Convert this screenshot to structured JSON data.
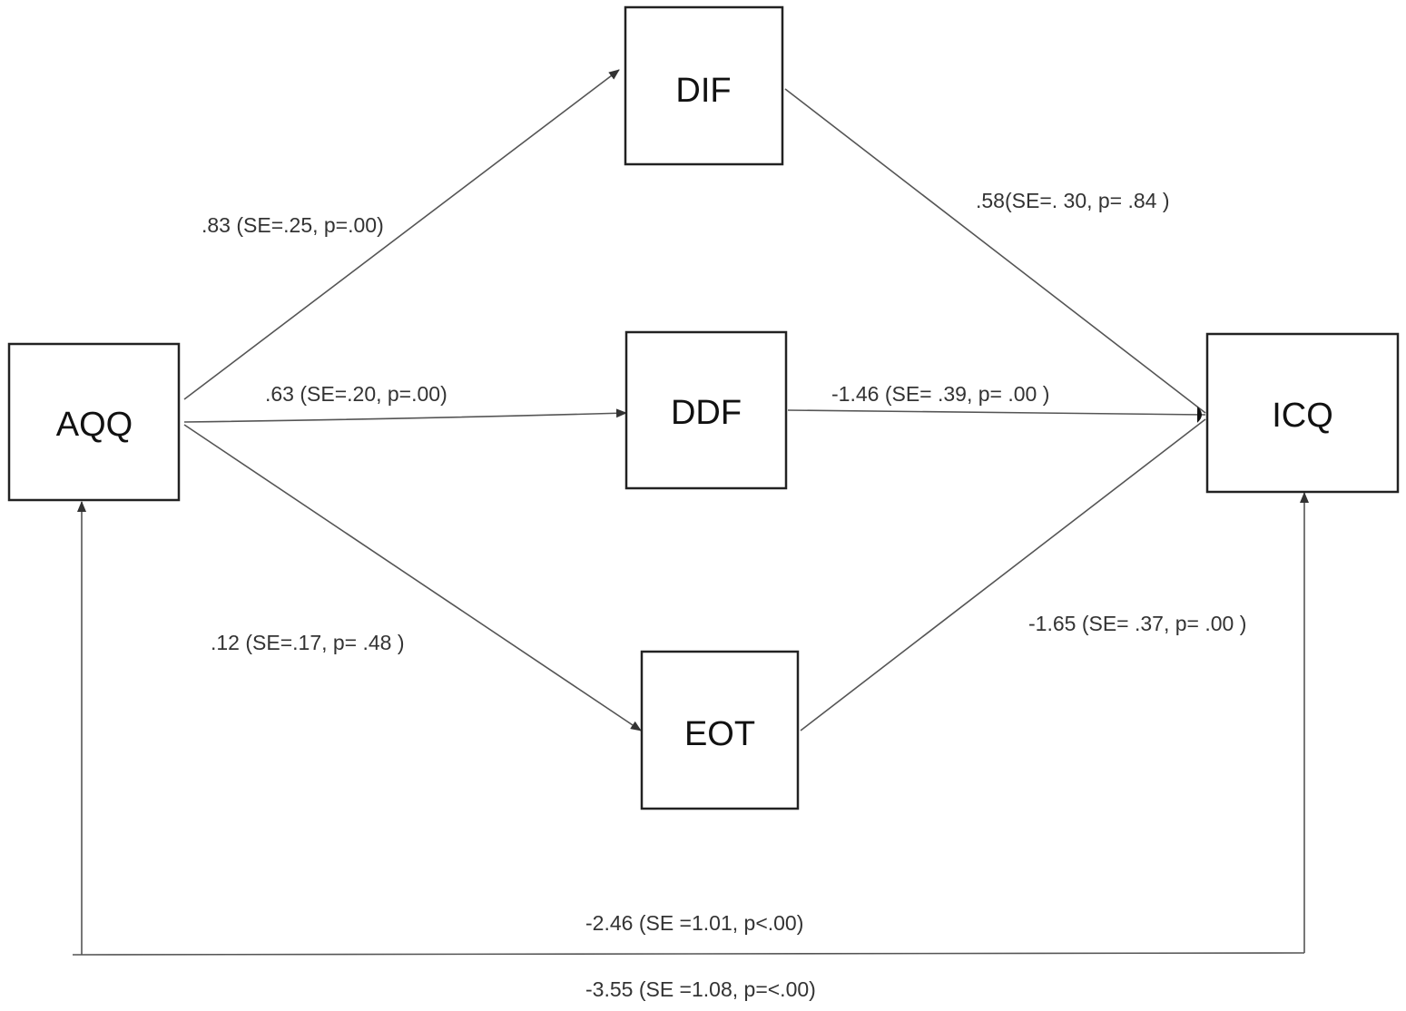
{
  "nodes": {
    "aqq": "AQQ",
    "dif": "DIF",
    "ddf": "DDF",
    "eot": "EOT",
    "icq": "ICQ"
  },
  "paths": {
    "aqq_dif": ".83 (SE=.25, p=.00)",
    "aqq_ddf": ".63 (SE=.20, p=.00)",
    "aqq_eot": ".12 (SE=.17, p= .48 )",
    "dif_icq": ".58(SE=. 30, p= .84 )",
    "ddf_icq": "-1.46 (SE= .39, p= .00 )",
    "eot_icq": "-1.65 (SE= .37, p= .00 )",
    "total_effect": "-2.46 (SE =1.01, p<.00)",
    "direct_effect": "-3.55 (SE =1.08, p=<.00)"
  },
  "colors": {
    "box_stroke": "#222222",
    "line_stroke": "#555555",
    "text": "#333333"
  }
}
